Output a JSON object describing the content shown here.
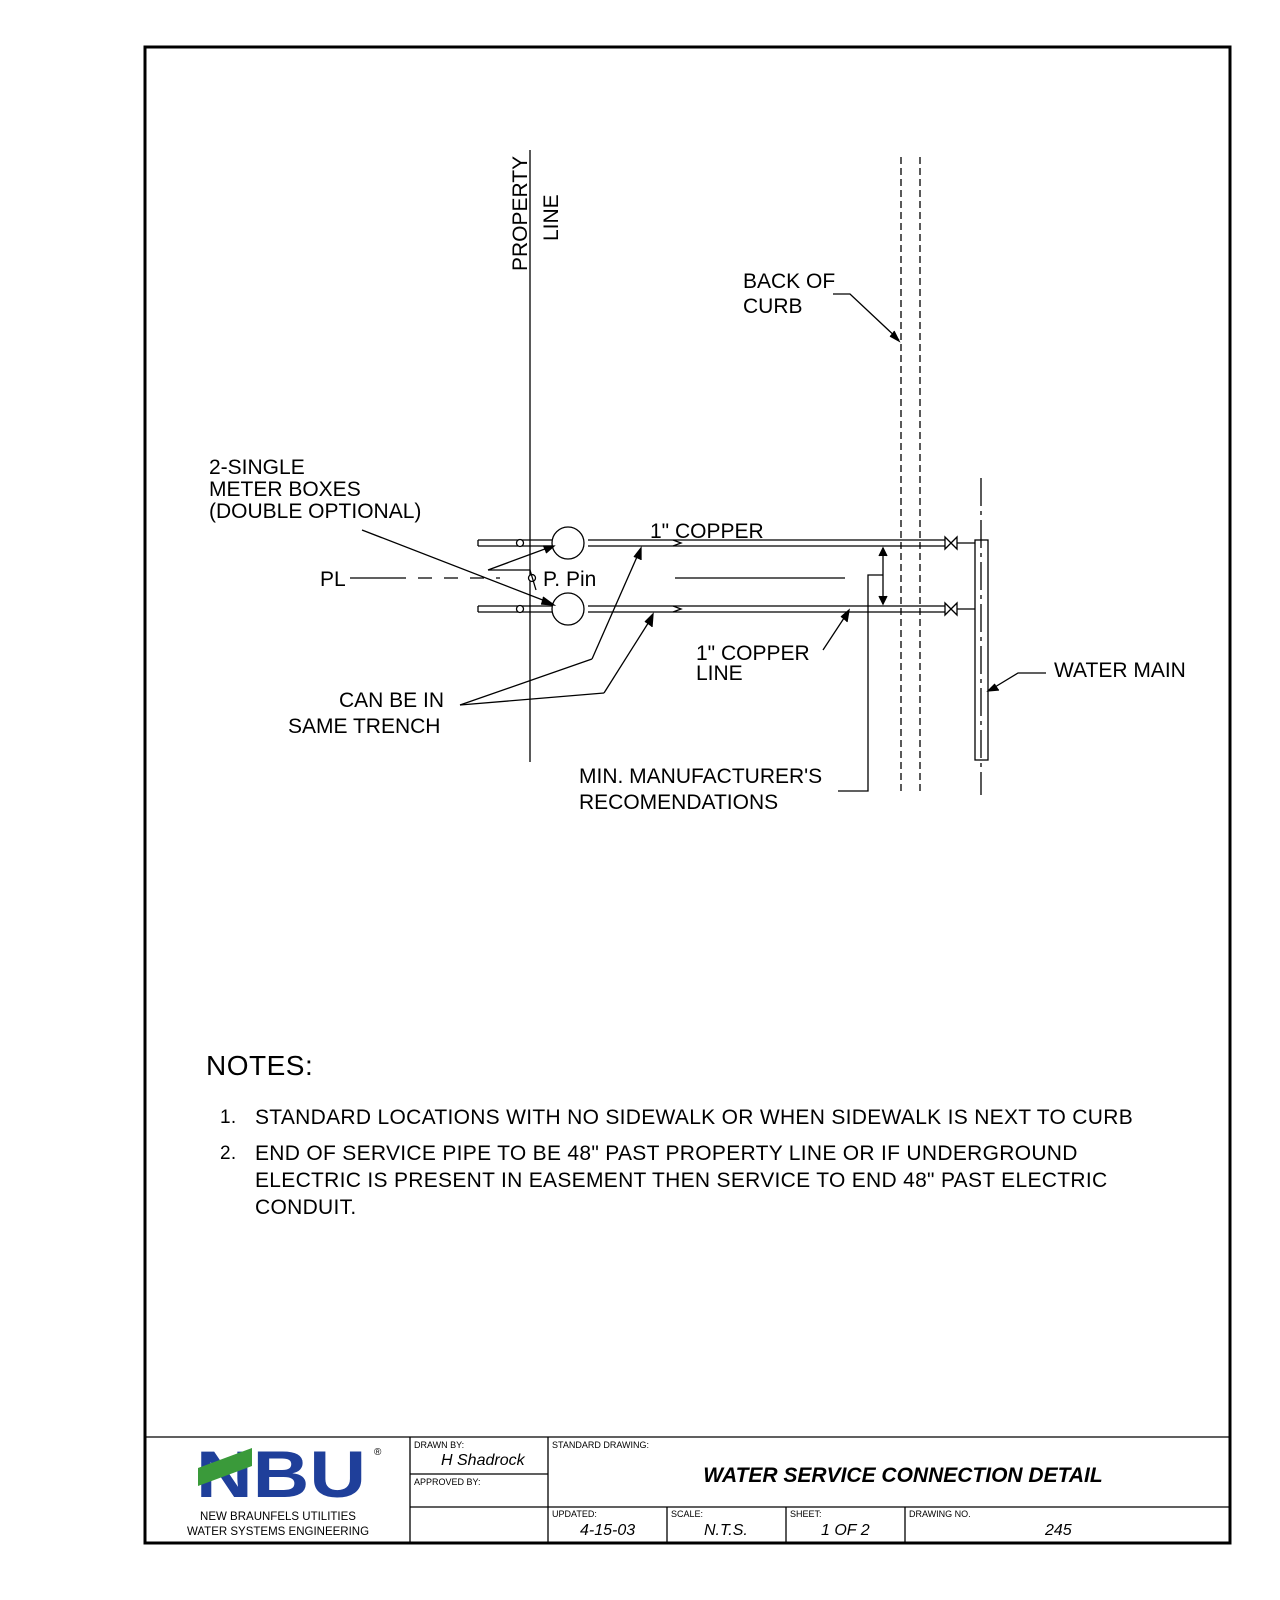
{
  "labels": {
    "property_line_1": "PROPERTY",
    "property_line_2": "LINE",
    "back_of_curb_1": "BACK OF",
    "back_of_curb_2": "CURB",
    "meter_boxes_1": "2-SINGLE",
    "meter_boxes_2": "METER BOXES",
    "meter_boxes_3": "(DOUBLE OPTIONAL)",
    "copper_top": "1\" COPPER",
    "pl": "PL",
    "p_pin": "P. Pin",
    "copper_line_1": "1\" COPPER",
    "copper_line_2": "LINE",
    "water_main": "WATER MAIN",
    "same_trench_1": "CAN BE IN",
    "same_trench_2": "SAME TRENCH",
    "min_manuf_1": "MIN. MANUFACTURER'S",
    "min_manuf_2": "RECOMENDATIONS"
  },
  "notes": {
    "title": "NOTES:",
    "items": [
      {
        "num": "1.",
        "text": "STANDARD LOCATIONS WITH NO SIDEWALK OR WHEN SIDEWALK IS NEXT TO CURB"
      },
      {
        "num": "2.",
        "text": "END OF SERVICE PIPE TO BE 48\" PAST PROPERTY LINE OR IF UNDERGROUND ELECTRIC IS PRESENT IN EASEMENT THEN SERVICE TO END 48\" PAST ELECTRIC CONDUIT."
      }
    ]
  },
  "title_block": {
    "logo_text": "NBU",
    "registered": "®",
    "org_line_1": "NEW BRAUNFELS UTILITIES",
    "org_line_2": "WATER SYSTEMS ENGINEERING",
    "drawn_by_label": "DRAWN BY:",
    "drawn_by": "H Shadrock",
    "approved_by_label": "APPROVED BY:",
    "standard_drawing_label": "STANDARD DRAWING:",
    "title": "WATER SERVICE CONNECTION DETAIL",
    "updated_label": "UPDATED:",
    "updated": "4-15-03",
    "scale_label": "SCALE:",
    "scale": "N.T.S.",
    "sheet_label": "SHEET:",
    "sheet": "1 OF 2",
    "drawing_no_label": "DRAWING NO.",
    "drawing_no": "245"
  },
  "colors": {
    "logo_blue": "#1f3f9a",
    "logo_green": "#3a9a3a",
    "line": "#000000"
  }
}
